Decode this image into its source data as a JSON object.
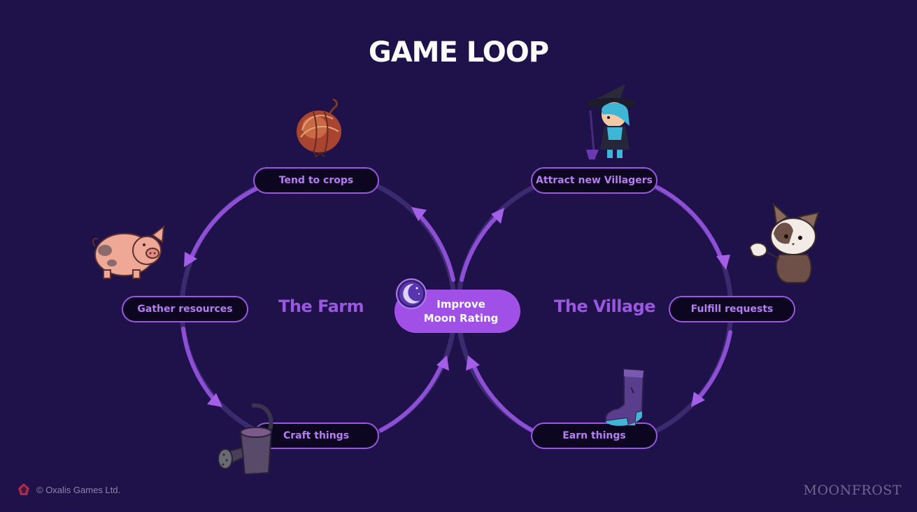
{
  "title": "GAME LOOP",
  "center": {
    "line1": "Improve",
    "line2": "Moon Rating"
  },
  "sections": {
    "farm": "The Farm",
    "village": "The Village"
  },
  "farm_steps": {
    "tend": "Tend to crops",
    "gather": "Gather resources",
    "craft": "Craft things"
  },
  "village_steps": {
    "attract": "Attract new Villagers",
    "fulfill": "Fulfill requests",
    "earn": "Earn things"
  },
  "footer": {
    "copyright": "© Oxalis Games Ltd.",
    "brand": "MOONFROST"
  },
  "colors": {
    "background": "#1f1149",
    "accent": "#9a57e0",
    "pill_bg": "#0c0620",
    "center_pill": "#a050e6"
  },
  "icons": [
    "onion-icon",
    "pig-icon",
    "watering-can-icon",
    "witch-villager-icon",
    "cat-villager-icon",
    "boot-icon",
    "moon-icon",
    "oxalis-logo-icon"
  ]
}
